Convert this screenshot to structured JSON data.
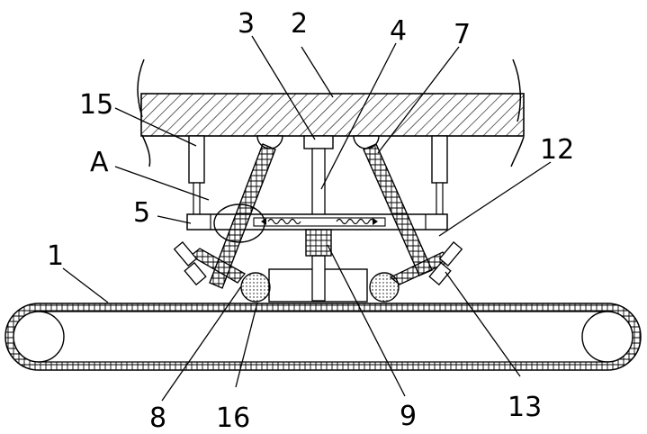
{
  "labels": {
    "l1": "1",
    "l2": "2",
    "l3": "3",
    "l4": "4",
    "l5": "5",
    "l7": "7",
    "l8": "8",
    "l9": "9",
    "l12": "12",
    "l13": "13",
    "l15": "15",
    "l16": "16",
    "lA": "A"
  }
}
